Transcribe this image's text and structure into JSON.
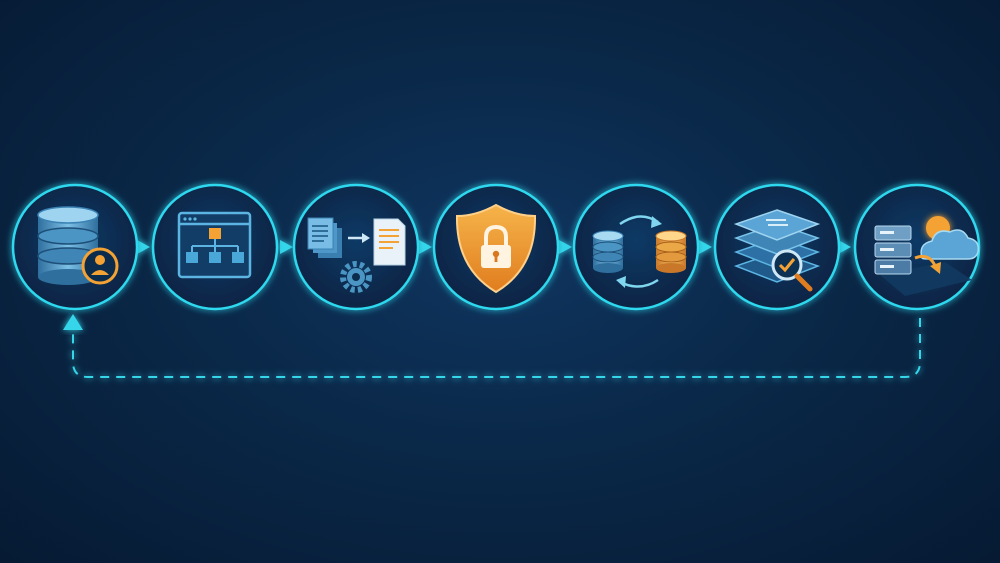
{
  "diagram": {
    "nodes": [
      {
        "id": "database-user",
        "icon": "database-user-icon"
      },
      {
        "id": "schema-hierarchy",
        "icon": "hierarchy-window-icon"
      },
      {
        "id": "document-processing",
        "icon": "documents-gear-icon"
      },
      {
        "id": "security",
        "icon": "shield-lock-icon"
      },
      {
        "id": "replication",
        "icon": "database-sync-icon"
      },
      {
        "id": "validation",
        "icon": "stack-magnifier-check-icon"
      },
      {
        "id": "cloud-backup",
        "icon": "server-cloud-icon"
      }
    ],
    "flow": "left-to-right",
    "feedback_loop": {
      "from": "cloud-backup",
      "to": "database-user",
      "style": "dashed"
    }
  },
  "colors": {
    "ring": "#2fd8ee",
    "arrow": "#35d6ea",
    "icon_blue": "#4aa8d8",
    "icon_orange": "#f5a235",
    "background": "#0a2848"
  }
}
